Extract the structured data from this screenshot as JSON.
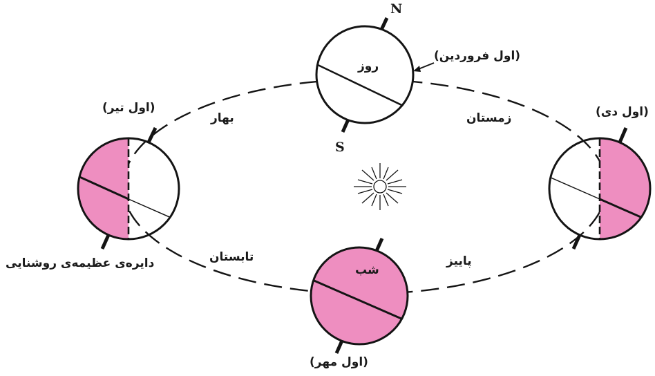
{
  "colors": {
    "night": "#ee8ec0",
    "line": "#141414",
    "background": "#ffffff"
  },
  "icons": {
    "sun": "sun-icon"
  },
  "poles": {
    "north": "N",
    "south": "S"
  },
  "halves": {
    "day": "روز",
    "night": "شب"
  },
  "dates": {
    "spring_equinox": "(اول فروردین)",
    "summer_solstice": "(اول تیر)",
    "autumn_equinox": "(اول مهر)",
    "winter_solstice": "(اول دی)"
  },
  "seasons": {
    "spring": "بهار",
    "summer": "تابستان",
    "autumn": "پاییز",
    "winter": "زمستان"
  },
  "terminator_label": "دایره‌ی عظیمه‌ی روشنایی"
}
